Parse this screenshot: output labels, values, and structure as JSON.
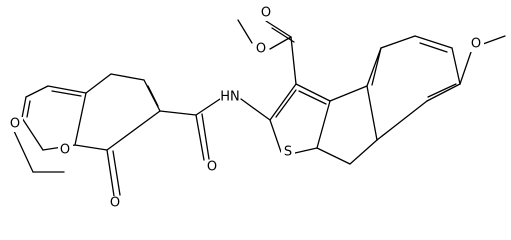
{
  "structure": {
    "atom_labels": {
      "ester_carbonyl_o": "O",
      "ester_alkoxy_o": "O",
      "methoxy_o": "O",
      "amide_nh": "HN",
      "amide_carbonyl_o": "O",
      "thiophene_s": "S",
      "ethoxy_o": "O",
      "coumarin_ring_o": "O",
      "coumarin_carbonyl_o": "O"
    },
    "colors": {
      "bond": "#000000",
      "label": "#000000",
      "background": "#ffffff"
    }
  }
}
